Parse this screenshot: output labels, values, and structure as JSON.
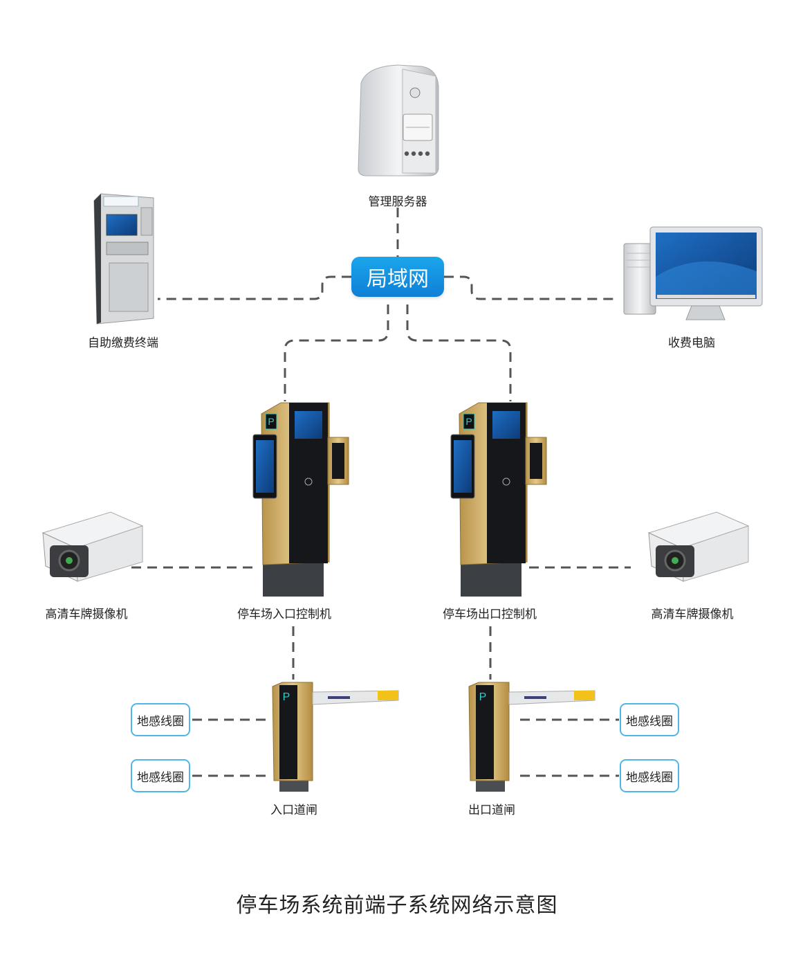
{
  "labels": {
    "server": "管理服务器",
    "lan": "局域网",
    "kiosk": "自助缴费终端",
    "pc": "收费电脑",
    "camera_left": "高清车牌摄像机",
    "camera_right": "高清车牌摄像机",
    "entry_controller": "停车场入口控制机",
    "exit_controller": "停车场出口控制机",
    "entry_gate": "入口道闸",
    "exit_gate": "出口道闸",
    "loop_left_1": "地感线圈",
    "loop_left_2": "地感线圈",
    "loop_right_1": "地感线圈",
    "loop_right_2": "地感线圈"
  },
  "caption": "停车场系统前端子系统网络示意图",
  "colors": {
    "lan_blue": "#1592e0",
    "loop_border": "#4fb6e8",
    "connector": "#555555",
    "gold": "#c9a85c",
    "barrier_yellow": "#f2c21b"
  }
}
